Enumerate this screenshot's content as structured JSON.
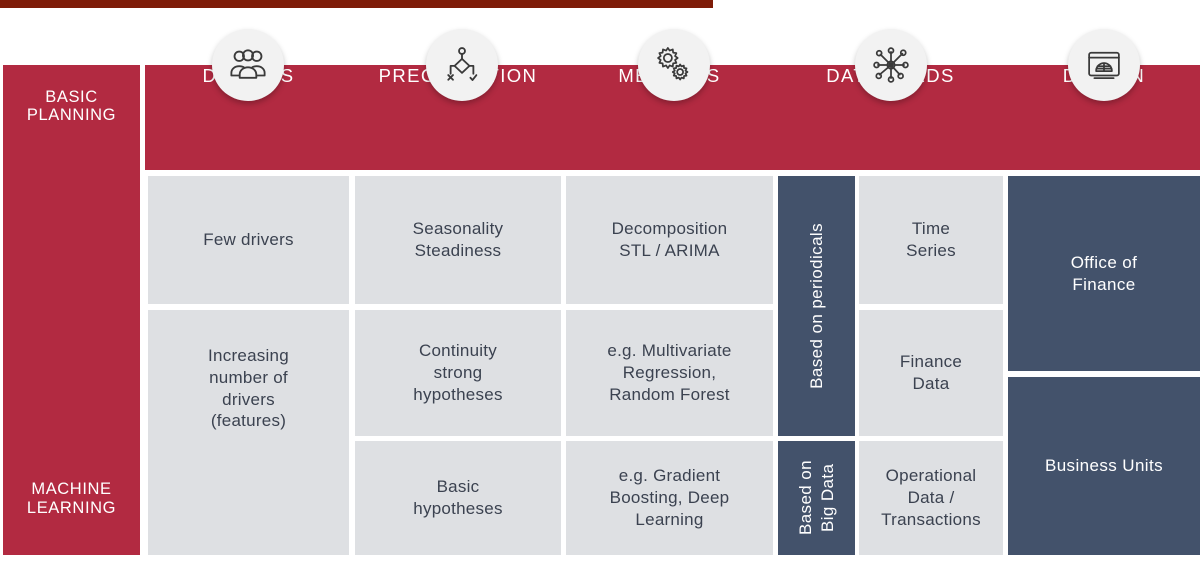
{
  "accent": {
    "top_bar": "#7E1C08",
    "crimson": "#B22A41",
    "navy": "#43526B",
    "light_cell": "#DEE0E3",
    "cell_text": "#3B4250"
  },
  "maturity_axis": {
    "top_label": "BASIC\nPLANNING",
    "bottom_label": "MACHINE\nLEARNING"
  },
  "columns": [
    {
      "id": "drivers",
      "label": "DRIVERS",
      "icon": "people-group-icon"
    },
    {
      "id": "precondition",
      "label": "PRECONDITION",
      "icon": "decision-flow-icon"
    },
    {
      "id": "methods",
      "label": "METHODS",
      "icon": "gears-icon"
    },
    {
      "id": "data-needs",
      "label": "DATA NEEDS",
      "icon": "network-nodes-icon"
    },
    {
      "id": "domain",
      "label": "DOMAIN",
      "icon": "monitor-data-icon"
    }
  ],
  "cells": {
    "drivers_row1": "Few drivers",
    "drivers_row23": "Increasing\nnumber of\ndrivers\n(features)",
    "precondition_row1": "Seasonality\nSteadiness",
    "precondition_row2": "Continuity\nstrong\nhypotheses",
    "precondition_row3": "Basic\nhypotheses",
    "methods_row1": "Decomposition\nSTL / ARIMA",
    "methods_row2": "e.g. Multivariate\nRegression,\nRandom Forest",
    "methods_row3": "e.g. Gradient\nBoosting, Deep\nLearning",
    "basis_row12": "Based on periodicals",
    "basis_row3": "Based on\nBig Data",
    "dataneeds_row1": "Time\nSeries",
    "dataneeds_row2": "Finance\nData",
    "dataneeds_row3": "Operational\nData /\nTransactions",
    "domain_top": "Office of\nFinance",
    "domain_bottom": "Business Units"
  }
}
